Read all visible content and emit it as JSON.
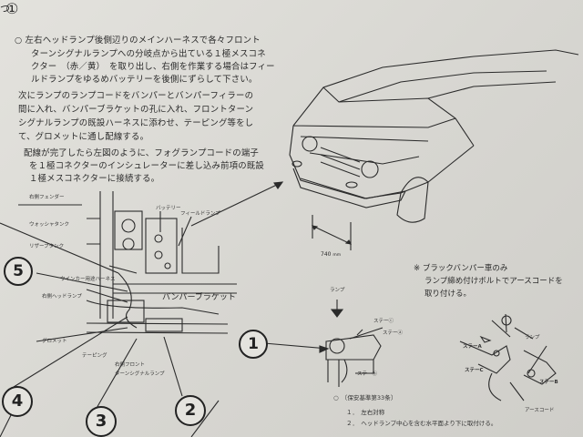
{
  "step": {
    "mark": "①",
    "prefix": "つ"
  },
  "instructions": [
    "○ 左右ヘッドランプ後側辺りのメインハーネスで各々フロント",
    "ターンシグナルランプへの分岐点から出ている１極メスコネ",
    "クター　（赤／黄）　を取り出し、右側を作業する場合はフィー",
    "ルドランプをゆるめバッテリーを後側にずらして下さい。",
    "次にランプのランプコードをバンパーとバンパーフィラーの",
    "間に入れ、バンパーブラケットの孔に入れ、フロントターン",
    "シグナルランプの既設ハーネスに添わせ、テーピング等をし",
    "て、グロメットに通し配線する。",
    "配線が完了したら左図のように、フォグランプコードの端子",
    "を１極コネクターのインシュレーターに差し込み前項の既設",
    "１極メスコネクターに接続する。"
  ],
  "diagram_labels": {
    "fender": "右側フェンダー",
    "washer_tank": "ウォッシャタンク",
    "reserve_tank": "リザーブタンク",
    "battery": "バッテリー",
    "field_lamp": "フィールドランプ",
    "winker_harness": "ウインカー用途ハーネス",
    "headlamp": "右側ヘッドランプ",
    "bumper_bracket": "バンパーブラケット",
    "grommet": "グロメット",
    "taping": "テーピング",
    "turn_lamp_1": "右側フロント",
    "turn_lamp_2": "ターンシグナルランプ",
    "dimension": "740",
    "dimension_unit": "mm",
    "lamp": "ランプ",
    "stay_c": "ステーⓒ",
    "stay_a": "ステーⓐ",
    "stay_b": "ステーⓑ",
    "law_title": "○　〔保安基準第33条〕",
    "law_1": "１．　左右対称",
    "law_2": "２．　ヘッドランプ中心を含む水平面より下に取付ける。"
  },
  "black_bumper_note": [
    "※ ブラックバンパー車のみ",
    "ランプ締め付けボルトでアースコードを",
    "取り付ける。"
  ],
  "parts_labels": {
    "stay_a": "ステーA",
    "stay_c": "ステーC",
    "stay_b": "ステーB",
    "lamp": "ランプ",
    "earth_cord": "アースコード"
  },
  "callouts": {
    "c1": "1",
    "c2": "2",
    "c3": "3",
    "c4": "4",
    "c5": "5"
  }
}
